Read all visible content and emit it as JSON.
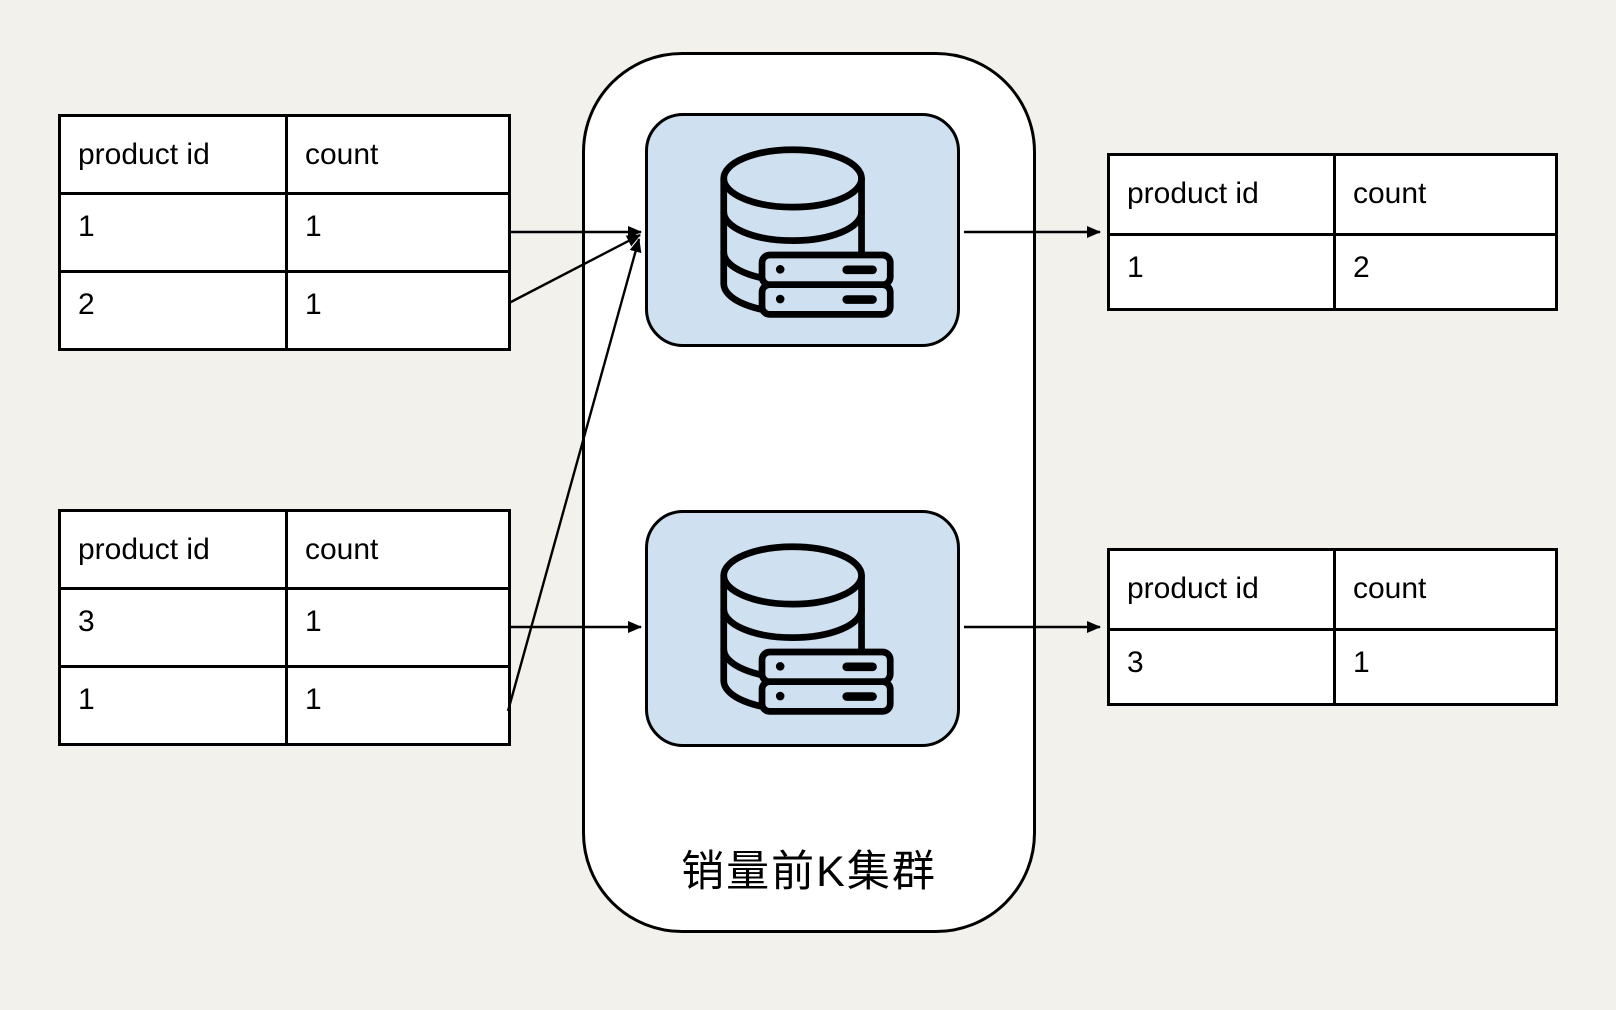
{
  "diagram": {
    "cluster_label": "销量前K集群"
  },
  "colors": {
    "background": "#f2f1eb",
    "container_fill": "#ffffff",
    "node_fill": "#cfe0f0",
    "stroke": "#000000"
  },
  "icons": {
    "cluster_nodes": [
      "database-server-icon",
      "database-server-icon"
    ]
  },
  "tables": {
    "input_top": {
      "headers": [
        "product id",
        "count"
      ],
      "rows": [
        [
          "1",
          "1"
        ],
        [
          "2",
          "1"
        ]
      ]
    },
    "input_bottom": {
      "headers": [
        "product id",
        "count"
      ],
      "rows": [
        [
          "3",
          "1"
        ],
        [
          "1",
          "1"
        ]
      ]
    },
    "output_top": {
      "headers": [
        "product id",
        "count"
      ],
      "rows": [
        [
          "1",
          "2"
        ]
      ]
    },
    "output_bottom": {
      "headers": [
        "product id",
        "count"
      ],
      "rows": [
        [
          "3",
          "1"
        ]
      ]
    }
  }
}
